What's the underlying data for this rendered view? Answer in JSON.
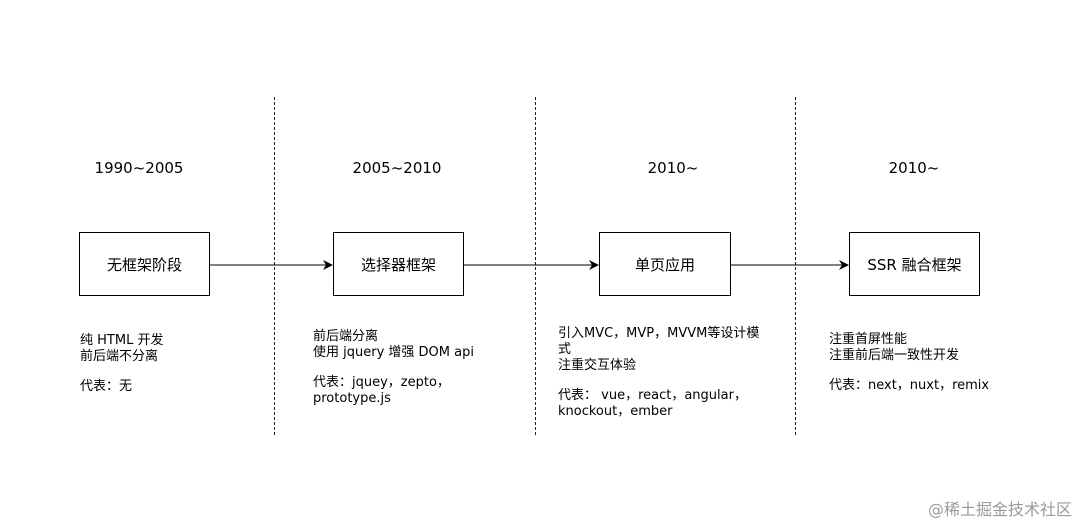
{
  "stages": [
    {
      "period": "1990~2005",
      "name": "无框架阶段",
      "features": [
        "纯 HTML 开发",
        "前后端不分离"
      ],
      "examples": [
        "代表：无"
      ]
    },
    {
      "period": "2005~2010",
      "name": "选择器框架",
      "features": [
        "前后端分离",
        "使用 jquery 增强 DOM api"
      ],
      "examples": [
        "代表：jquey，zepto，",
        "prototype.js"
      ]
    },
    {
      "period": "2010~",
      "name": "单页应用",
      "features": [
        "引入MVC，MVP，MVVM等设计模",
        "式",
        "注重交互体验"
      ],
      "examples": [
        "代表： vue，react，angular，",
        "knockout，ember"
      ]
    },
    {
      "period": "2010~",
      "name": "SSR 融合框架",
      "features": [
        "注重首屏性能",
        "注重前后端一致性开发"
      ],
      "examples": [
        "代表：next，nuxt，remix"
      ]
    }
  ],
  "watermark": "@稀土掘金技术社区"
}
